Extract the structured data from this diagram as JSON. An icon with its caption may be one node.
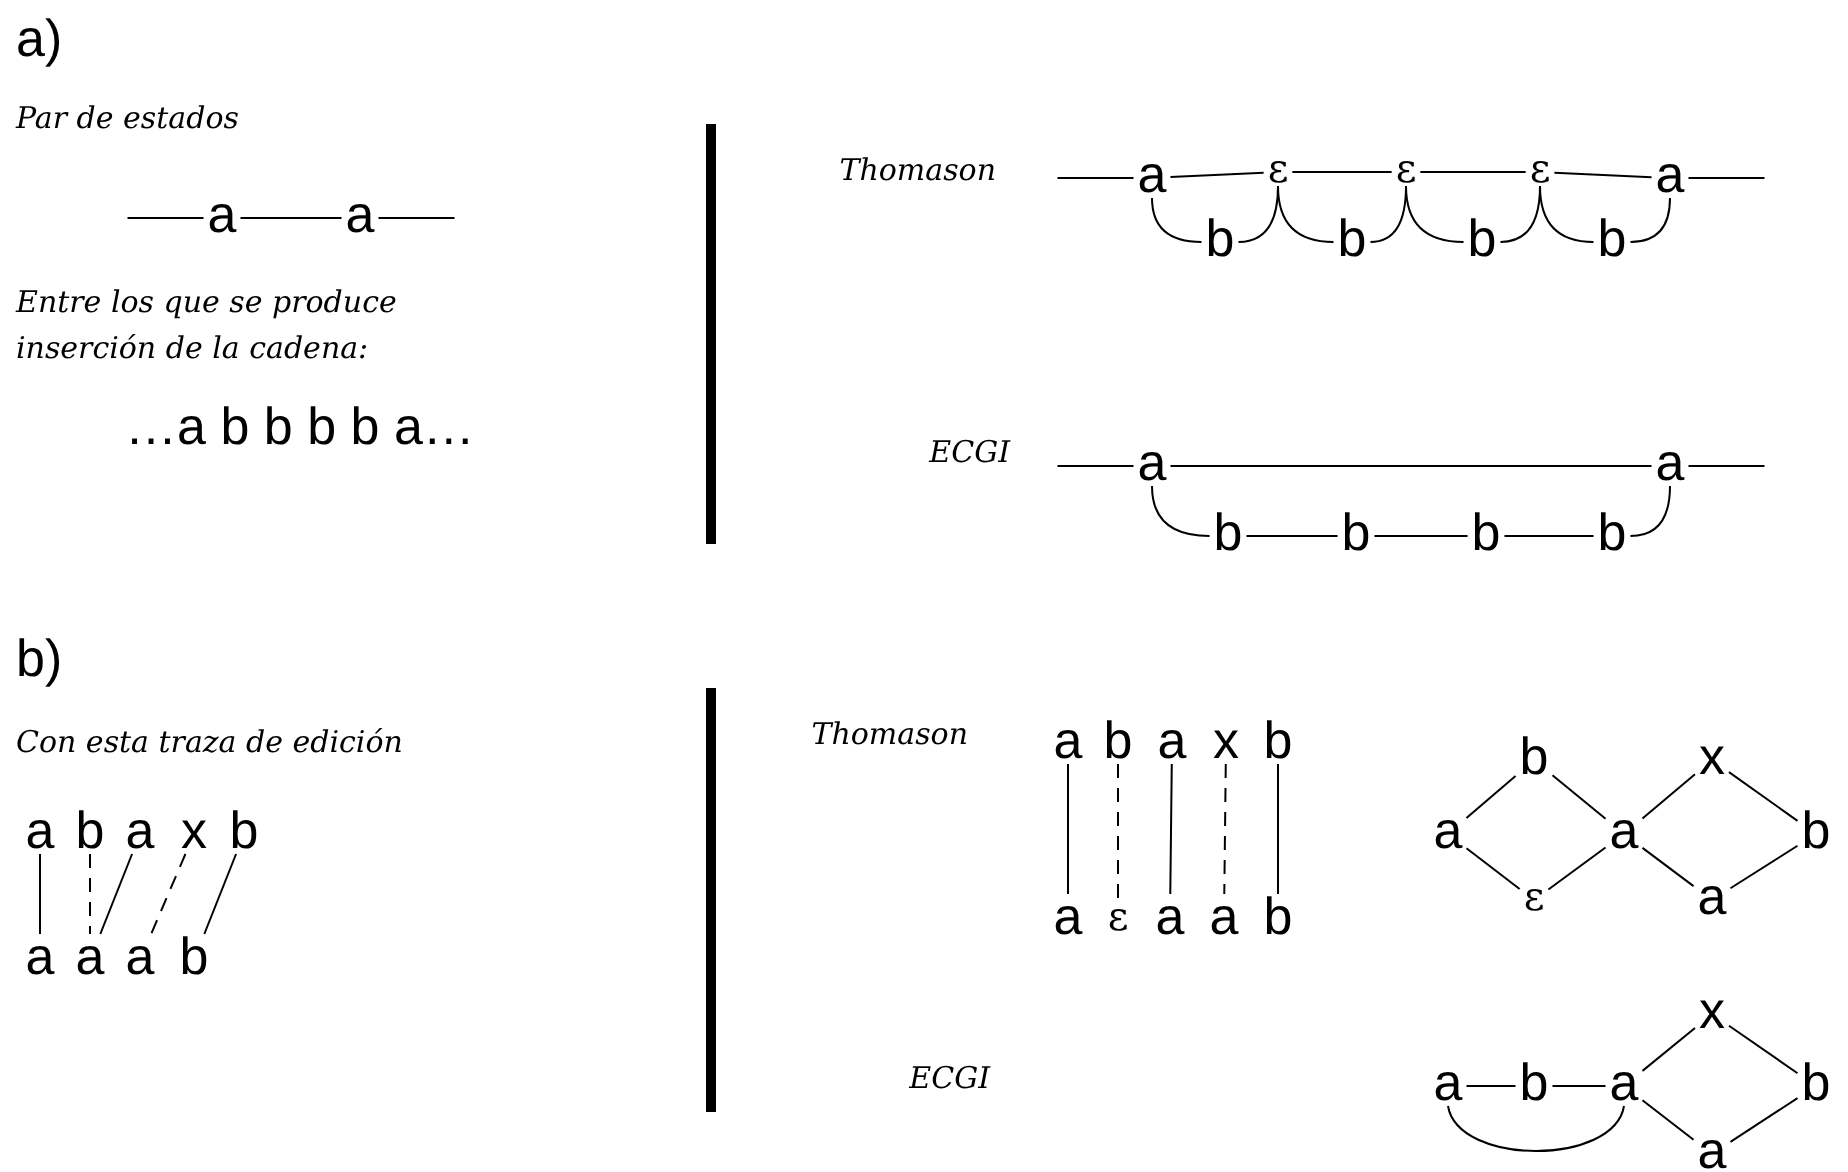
{
  "diagram": {
    "nodes": [
      {
        "text": [
          "a"
        ]
      },
      {
        "text": [
          "a"
        ]
      },
      {
        "text": [
          "a"
        ]
      },
      {
        "text": [
          "ε"
        ]
      },
      {
        "text": [
          "ε"
        ]
      },
      {
        "text": [
          "ε"
        ]
      },
      {
        "text": [
          "a"
        ]
      },
      {
        "text": [
          "b"
        ]
      },
      {
        "text": [
          "b"
        ]
      },
      {
        "text": [
          "b"
        ]
      },
      {
        "text": [
          "b"
        ]
      },
      {
        "text": [
          "a"
        ]
      },
      {
        "text": [
          "a"
        ]
      },
      {
        "text": [
          "b"
        ]
      },
      {
        "text": [
          "b"
        ]
      },
      {
        "text": [
          "b"
        ]
      },
      {
        "text": [
          "b"
        ]
      },
      {
        "text": [
          "a"
        ]
      },
      {
        "text": [
          "b"
        ]
      },
      {
        "text": [
          "a"
        ]
      },
      {
        "text": [
          "x"
        ]
      },
      {
        "text": [
          "b"
        ]
      },
      {
        "text": [
          "a"
        ]
      },
      {
        "text": [
          "a"
        ]
      },
      {
        "text": [
          "a"
        ]
      },
      {
        "text": [
          "b"
        ]
      },
      {
        "text": [
          "a"
        ]
      },
      {
        "text": [
          "b"
        ]
      },
      {
        "text": [
          "a"
        ]
      },
      {
        "text": [
          "x"
        ]
      },
      {
        "text": [
          "b"
        ]
      },
      {
        "text": [
          "a"
        ]
      },
      {
        "text": [
          "ε"
        ]
      },
      {
        "text": [
          "a"
        ]
      },
      {
        "text": [
          "a"
        ]
      },
      {
        "text": [
          "b"
        ]
      },
      {
        "text": [
          "a"
        ]
      },
      {
        "text": [
          "b"
        ]
      },
      {
        "text": [
          "ε"
        ]
      },
      {
        "text": [
          "a"
        ]
      },
      {
        "text": [
          "x"
        ]
      },
      {
        "text": [
          "b"
        ]
      },
      {
        "text": [
          "a"
        ]
      },
      {
        "text": [
          "a"
        ]
      },
      {
        "text": [
          "b"
        ]
      },
      {
        "text": [
          "a"
        ]
      },
      {
        "text": [
          "x"
        ]
      },
      {
        "text": [
          "b"
        ]
      },
      {
        "text": [
          "a"
        ]
      }
    ],
    "edges": [
      {
        "from": null,
        "to": 0,
        "arrow": "none"
      },
      {
        "from": 0,
        "to": 1,
        "arrow": "none"
      },
      {
        "from": 1,
        "to": null,
        "arrow": "none"
      },
      {
        "from": null,
        "to": 2,
        "arrow": "none"
      },
      {
        "from": 2,
        "to": 3,
        "arrow": "none"
      },
      {
        "from": 3,
        "to": 4,
        "arrow": "none"
      },
      {
        "from": 4,
        "to": 5,
        "arrow": "none"
      },
      {
        "from": 5,
        "to": 6,
        "arrow": "none"
      },
      {
        "from": 6,
        "to": null,
        "arrow": "none"
      },
      {
        "from": 2,
        "to": 7,
        "arrow": "none"
      },
      {
        "from": 7,
        "to": 3,
        "arrow": "none"
      },
      {
        "from": 3,
        "to": 8,
        "arrow": "none"
      },
      {
        "from": 8,
        "to": 4,
        "arrow": "none"
      },
      {
        "from": 4,
        "to": 9,
        "arrow": "none"
      },
      {
        "from": 9,
        "to": 5,
        "arrow": "none"
      },
      {
        "from": 5,
        "to": 10,
        "arrow": "none"
      },
      {
        "from": 10,
        "to": 6,
        "arrow": "none"
      },
      {
        "from": null,
        "to": 11,
        "arrow": "none"
      },
      {
        "from": 11,
        "to": 12,
        "arrow": "none"
      },
      {
        "from": 12,
        "to": null,
        "arrow": "none"
      },
      {
        "from": 11,
        "to": 13,
        "arrow": "none"
      },
      {
        "from": 13,
        "to": 14,
        "arrow": "none"
      },
      {
        "from": 14,
        "to": 15,
        "arrow": "none"
      },
      {
        "from": 15,
        "to": 16,
        "arrow": "none"
      },
      {
        "from": 16,
        "to": 12,
        "arrow": "none"
      },
      {
        "from": 17,
        "to": 22,
        "arrow": "none"
      },
      {
        "from": 18,
        "to": 23,
        "arrow": "none",
        "style": "dashed"
      },
      {
        "from": 19,
        "to": 23,
        "arrow": "none"
      },
      {
        "from": 20,
        "to": 24,
        "arrow": "none",
        "style": "dashed"
      },
      {
        "from": 21,
        "to": 25,
        "arrow": "none"
      },
      {
        "from": 26,
        "to": 31,
        "arrow": "none"
      },
      {
        "from": 27,
        "to": 32,
        "arrow": "none",
        "style": "dashed"
      },
      {
        "from": 28,
        "to": 33,
        "arrow": "none"
      },
      {
        "from": 29,
        "to": 34,
        "arrow": "none",
        "style": "dashed"
      },
      {
        "from": 30,
        "to": 35,
        "arrow": "none"
      },
      {
        "from": 36,
        "to": 37,
        "arrow": "none"
      },
      {
        "from": 36,
        "to": 38,
        "arrow": "none"
      },
      {
        "from": 37,
        "to": 39,
        "arrow": "none"
      },
      {
        "from": 38,
        "to": 39,
        "arrow": "none"
      },
      {
        "from": 39,
        "to": 40,
        "arrow": "none"
      },
      {
        "from": 39,
        "to": 42,
        "arrow": "none"
      },
      {
        "from": 40,
        "to": 41,
        "arrow": "none"
      },
      {
        "from": 42,
        "to": 41,
        "arrow": "none"
      },
      {
        "from": 43,
        "to": 44,
        "arrow": "none"
      },
      {
        "from": 44,
        "to": 45,
        "arrow": "none"
      },
      {
        "from": 43,
        "to": 45,
        "arrow": "none"
      },
      {
        "from": 45,
        "to": 46,
        "arrow": "none"
      },
      {
        "from": 45,
        "to": 48,
        "arrow": "none"
      },
      {
        "from": 46,
        "to": 47,
        "arrow": "none"
      },
      {
        "from": 48,
        "to": 47,
        "arrow": "none"
      }
    ],
    "labels": [
      "a)",
      "Par de estados",
      "Thomason",
      "Entre los que se produce inserción de la cadena:",
      "…a b b b b a…",
      "ECGI",
      "b)",
      "Con esta traza de edición",
      "Thomason",
      "ECGI"
    ]
  }
}
